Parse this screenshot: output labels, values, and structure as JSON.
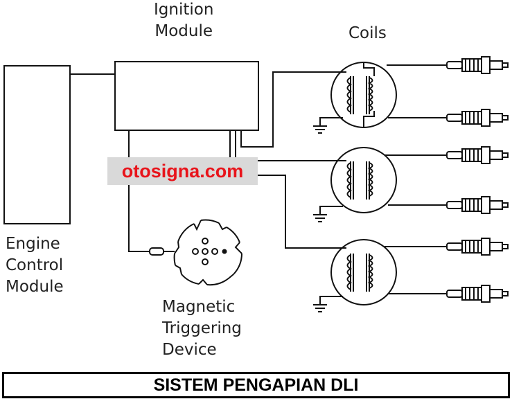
{
  "labels": {
    "ignition_module": "Ignition\nModule",
    "coils": "Coils",
    "engine_control_module": "Engine\nControl\nModule",
    "magnetic_triggering_device": "Magnetic\nTriggering\nDevice"
  },
  "watermark": "otosigna.com",
  "footer_title": "SISTEM PENGAPIAN DLI",
  "colors": {
    "line": "#111111",
    "watermark_text": "#e8141b",
    "watermark_bg": "#d9d9d9"
  }
}
